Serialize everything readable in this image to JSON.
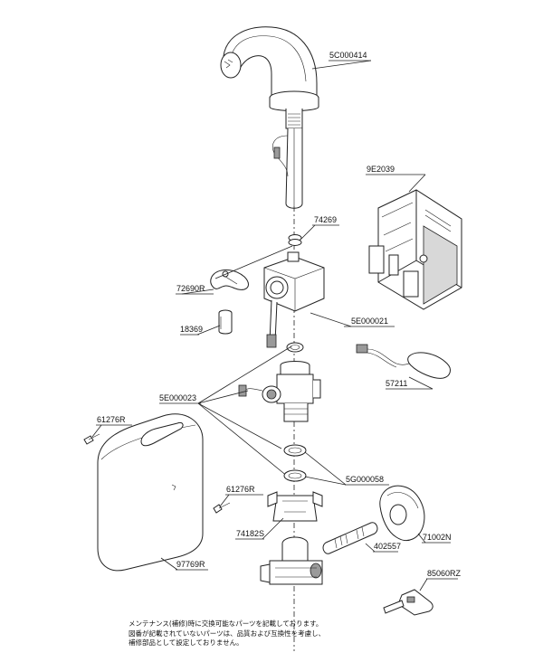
{
  "labels": {
    "faucet_body": "5C000414",
    "controller": "9E2039",
    "clip": "74269",
    "mount_bracket": "72690R",
    "spacer": "18369",
    "solenoid_unit": "5E000021",
    "battery_cable": "57211",
    "valve_assembly": "5E000023",
    "screw_top": "61276R",
    "screw_side": "61276R",
    "gasket": "5G000058",
    "holder": "74182S",
    "pipe": "402557",
    "flange": "71002N",
    "cover": "97769R",
    "key": "85060RZ"
  },
  "note": {
    "line1": "メンテナンス(補修)時に交換可能なパーツを記載しております。",
    "line2": "図番が記載されていないパーツは、品質および互換性を考慮し、",
    "line3": "補修部品として設定しておりません。"
  }
}
